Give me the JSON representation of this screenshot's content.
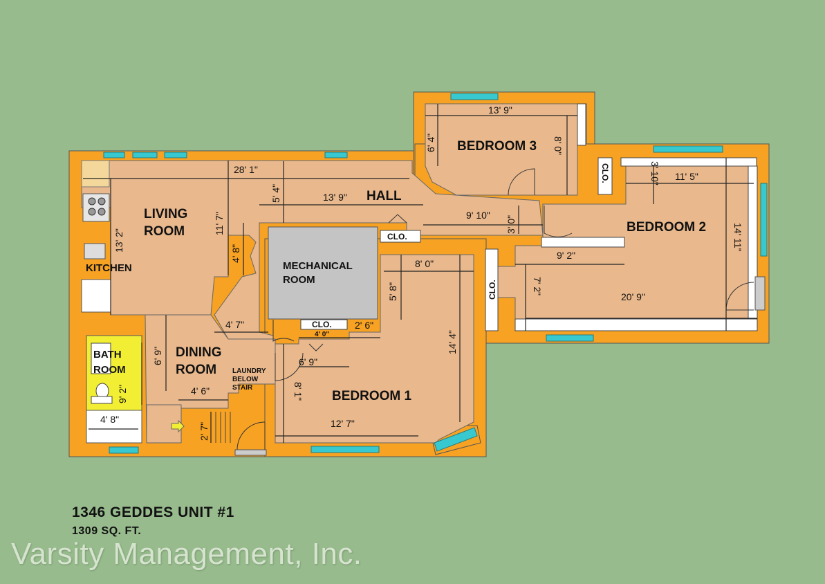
{
  "rooms": {
    "living": "LIVING",
    "living2": "ROOM",
    "kitchen": "KITCHEN",
    "hall": "HALL",
    "bedroom3": "BEDROOM 3",
    "bedroom2": "BEDROOM 2",
    "bedroom1": "BEDROOM 1",
    "mechanical": "MECHANICAL",
    "mechanical2": "ROOM",
    "dining": "DINING",
    "dining2": "ROOM",
    "bath": "BATH",
    "bath2": "ROOM",
    "laundry1": "LAUNDRY",
    "laundry2": "BELOW",
    "laundry3": "STAIR",
    "clo": "CLO."
  },
  "dimensions": {
    "living_width": "28' 1\"",
    "living_height": "11' 7\"",
    "kitchen_height": "13' 2\"",
    "hall_width": "13' 9\"",
    "hall_height": "5' 4\"",
    "living_inner": "4' 8\"",
    "br3_width": "13' 9\"",
    "br3_left": "6' 4\"",
    "br3_right": "8' 0\"",
    "br2_top": "11' 5\"",
    "br2_alcove": "3' 10\"",
    "br2_height": "14' 11\"",
    "br2_hall": "9' 10\"",
    "br2_hall_h": "3' 0\"",
    "br2_inner": "9' 2\"",
    "br2_inner_h": "7' 2\"",
    "br2_length": "20' 9\"",
    "br1_top": "8' 0\"",
    "br1_top_h": "5' 8\"",
    "br1_height": "14' 4\"",
    "br1_width": "12' 7\"",
    "br1_left": "8' 1\"",
    "br1_closet": "6' 9\"",
    "clo_width": "4' 0\"",
    "clo_side": "2' 6\"",
    "dining_top": "4' 7\"",
    "dining_height": "6' 9\"",
    "dining_bottom": "4' 6\"",
    "stair": "2' 7\"",
    "bath_height": "9' 2\"",
    "bath_width": "4' 8\""
  },
  "caption": {
    "address": "1346 GEDDES  UNIT #1",
    "area": "1309 SQ. FT.",
    "company": "Varsity Management, Inc."
  },
  "colors": {
    "wall": "#f7a223",
    "floor": "#e9b88c",
    "mechanical": "#c4c4c4",
    "bath": "#f2ee33",
    "window": "#37c9cf",
    "background": "#97bb8d"
  }
}
